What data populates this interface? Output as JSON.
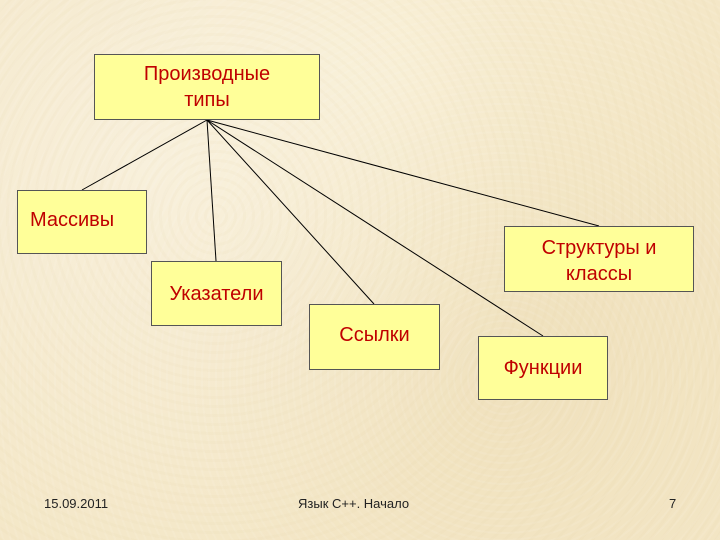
{
  "diagram": {
    "root": {
      "line1": "Производные",
      "line2": "типы"
    },
    "children": {
      "arrays": "Массивы",
      "pointers": "Указатели",
      "references": "Ссылки",
      "functions": "Функции",
      "structures": {
        "line1": "Структуры и",
        "line2": "классы"
      }
    }
  },
  "footer": {
    "date": "15.09.2011",
    "title": "Язык С++. Начало",
    "page": "7"
  }
}
